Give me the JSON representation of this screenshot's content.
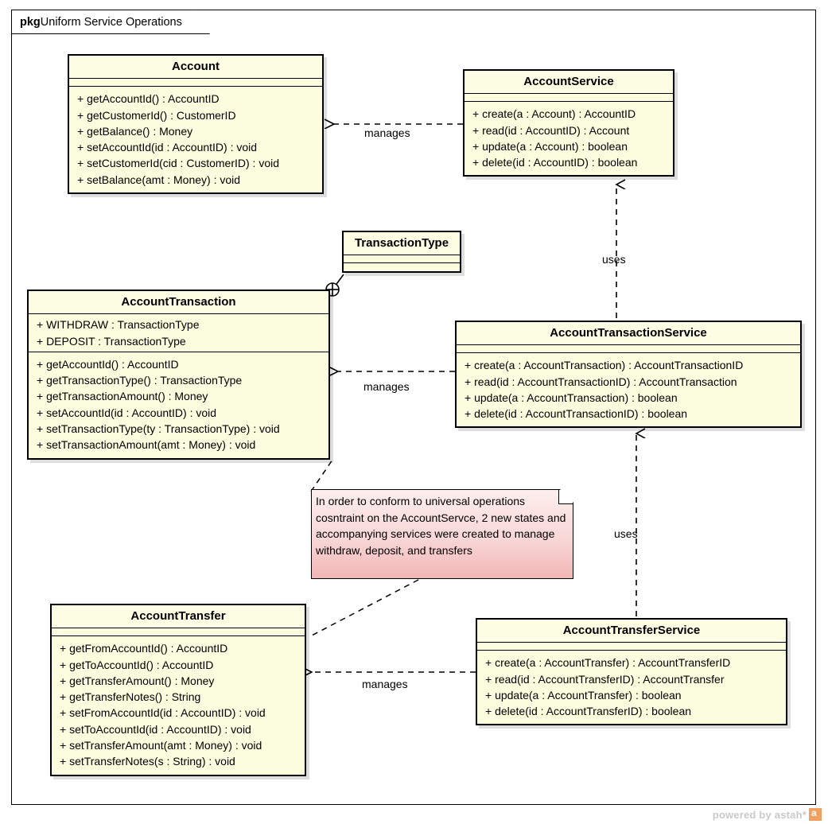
{
  "package": {
    "keyword": "pkg",
    "name": "Uniform Service Operations"
  },
  "classes": {
    "account": {
      "name": "Account",
      "attributes": [],
      "operations": [
        "+ getAccountId() : AccountID",
        "+ getCustomerId() : CustomerID",
        "+ getBalance() : Money",
        "+ setAccountId(id : AccountID) : void",
        "+ setCustomerId(cid : CustomerID) : void",
        "+ setBalance(amt : Money) : void"
      ]
    },
    "account_service": {
      "name": "AccountService",
      "attributes": [],
      "operations": [
        "+ create(a : Account) : AccountID",
        "+ read(id : AccountID) : Account",
        "+ update(a : Account) : boolean",
        "+ delete(id : AccountID) : boolean"
      ]
    },
    "transaction_type": {
      "name": "TransactionType",
      "attributes": [],
      "operations": []
    },
    "account_transaction": {
      "name": "AccountTransaction",
      "attributes": [
        "+ WITHDRAW : TransactionType",
        "+ DEPOSIT : TransactionType"
      ],
      "operations": [
        "+ getAccountId() : AccountID",
        "+ getTransactionType() : TransactionType",
        "+ getTransactionAmount() : Money",
        "+ setAccountId(id : AccountID) : void",
        "+ setTransactionType(ty : TransactionType) : void",
        "+ setTransactionAmount(amt : Money) : void"
      ]
    },
    "account_transaction_service": {
      "name": "AccountTransactionService",
      "attributes": [],
      "operations": [
        "+ create(a : AccountTransaction) : AccountTransactionID",
        "+ read(id : AccountTransactionID) : AccountTransaction",
        "+ update(a : AccountTransaction) : boolean",
        "+ delete(id : AccountTransactionID) : boolean"
      ]
    },
    "account_transfer": {
      "name": "AccountTransfer",
      "attributes": [],
      "operations": [
        "+ getFromAccountId() : AccountID",
        "+ getToAccountId() : AccountID",
        "+ getTransferAmount() : Money",
        "+ getTransferNotes() : String",
        "+ setFromAccountId(id : AccountID) : void",
        "+ setToAccountId(id : AccountID) : void",
        "+ setTransferAmount(amt : Money) : void",
        "+ setTransferNotes(s : String) : void"
      ]
    },
    "account_transfer_service": {
      "name": "AccountTransferService",
      "attributes": [],
      "operations": [
        "+ create(a : AccountTransfer) : AccountTransferID",
        "+ read(id : AccountTransferID) : AccountTransfer",
        "+ update(a : AccountTransfer) : boolean",
        "+ delete(id : AccountTransferID) : boolean"
      ]
    }
  },
  "note": {
    "text": "In order to conform to universal operations cosntraint on the AccountServce, 2 new states and accompanying services were created to manage withdraw, deposit, and transfers"
  },
  "edges": {
    "manages_account": "manages",
    "uses_account_service": "uses",
    "manages_transaction": "manages",
    "uses_transaction_service": "uses",
    "manages_transfer": "manages"
  },
  "watermark": {
    "text": "powered by astah*"
  },
  "colors": {
    "class_fill": "#FCFCDE",
    "class_border": "#000000",
    "note_fill_top": "#fdeeee",
    "note_fill_bottom": "#f2b6b6",
    "canvas": "#ffffff",
    "watermark": "#c9c9c9",
    "logo_orange": "#f0a060"
  }
}
